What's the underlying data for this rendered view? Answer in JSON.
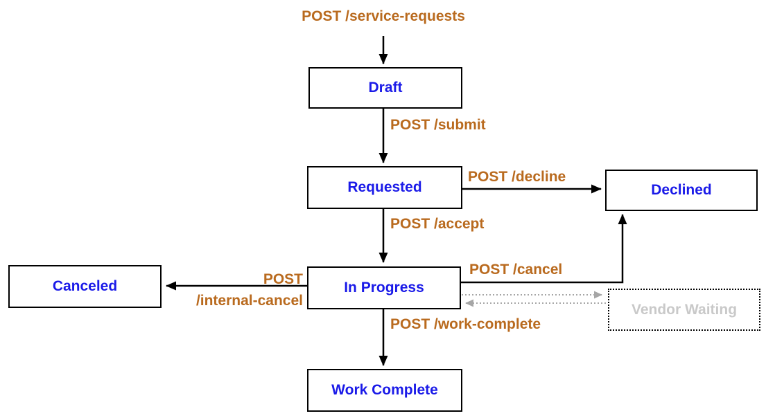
{
  "nodes": {
    "draft": {
      "label": "Draft"
    },
    "requested": {
      "label": "Requested"
    },
    "declined": {
      "label": "Declined"
    },
    "in_progress": {
      "label": "In Progress"
    },
    "canceled": {
      "label": "Canceled"
    },
    "work_complete": {
      "label": "Work Complete"
    },
    "vendor_waiting": {
      "label": "Vendor Waiting"
    }
  },
  "edges": {
    "create": {
      "label": "POST /service-requests"
    },
    "submit": {
      "label": "POST /submit"
    },
    "decline": {
      "label": "POST /decline"
    },
    "accept": {
      "label": "POST /accept"
    },
    "cancel": {
      "label": "POST /cancel"
    },
    "internal_cancel": {
      "label_line1": "POST",
      "label_line2": "/internal-cancel"
    },
    "work_complete": {
      "label": "POST /work-complete"
    }
  },
  "colors": {
    "state_text": "#1A1AE8",
    "edge_label": "#B96A1E",
    "arrow": "#000000",
    "dotted_arrow": "#A6A6A6",
    "vendor_text": "#C9C9C9",
    "box_border": "#000000",
    "background": "#FFFFFF"
  }
}
